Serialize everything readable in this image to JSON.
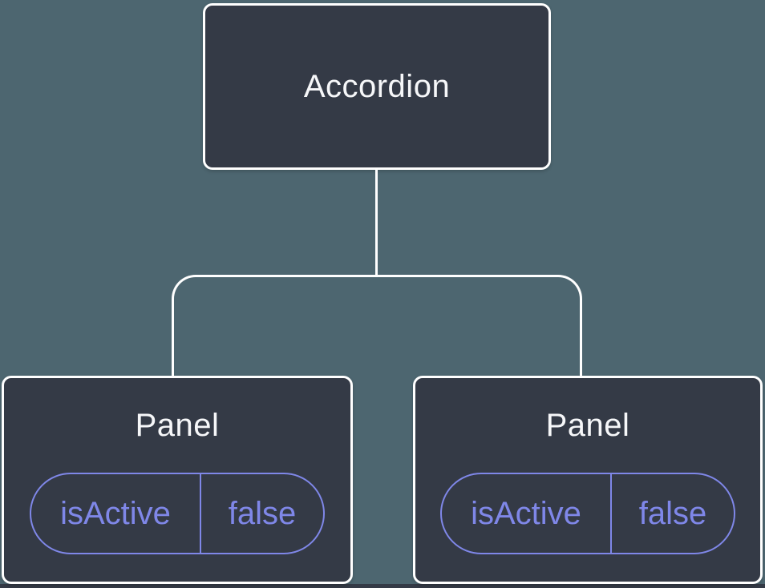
{
  "colors": {
    "canvas_bg": "#4d6670",
    "strip_bg": "#343a46",
    "node_fill": "#343a46",
    "node_border": "#ffffff",
    "node_text": "#f6f7f9",
    "accent": "#7f87e8"
  },
  "tree": {
    "root": {
      "label": "Accordion"
    },
    "children": [
      {
        "label": "Panel",
        "prop": {
          "name": "isActive",
          "value": "false"
        }
      },
      {
        "label": "Panel",
        "prop": {
          "name": "isActive",
          "value": "false"
        }
      }
    ]
  }
}
